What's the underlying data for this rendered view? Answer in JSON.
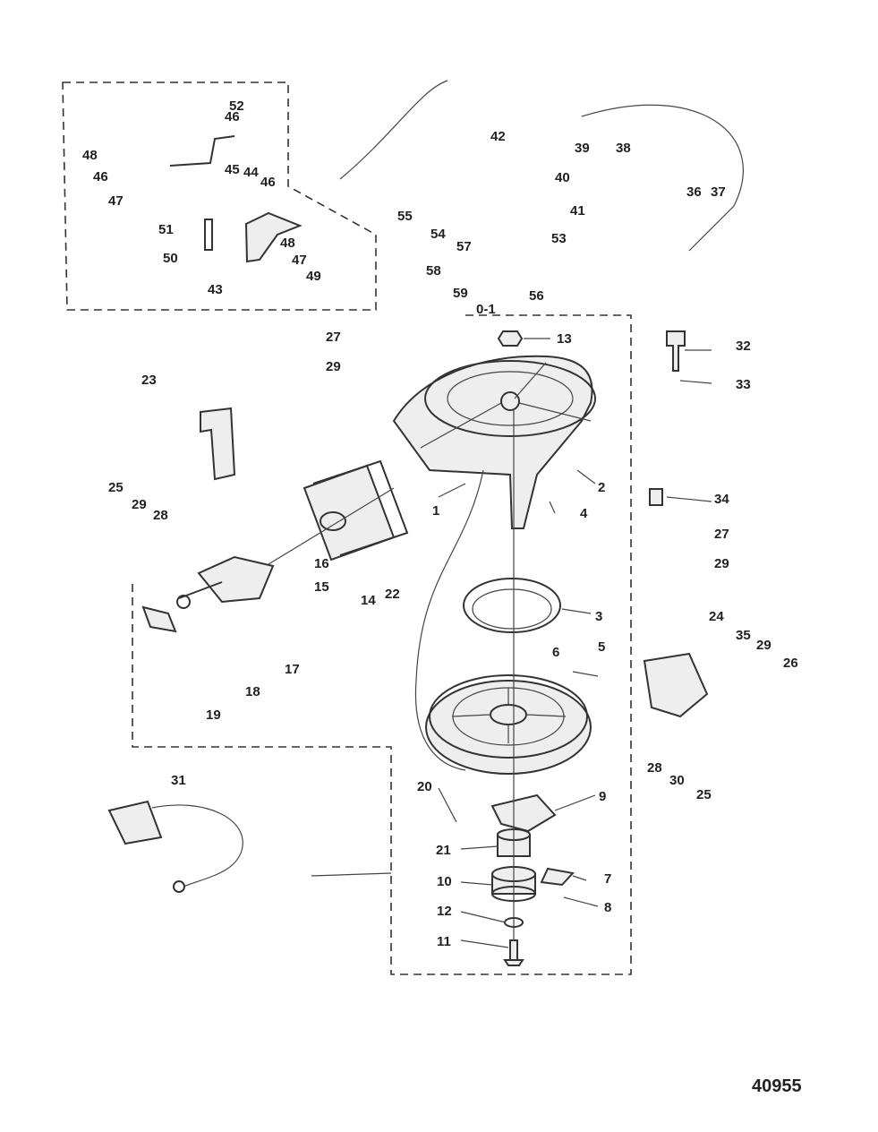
{
  "diagram": {
    "figure_number": "40955",
    "labels": [
      "1",
      "2",
      "3",
      "4",
      "5",
      "6",
      "7",
      "8",
      "9",
      "10",
      "11",
      "12",
      "13",
      "14",
      "15",
      "16",
      "17",
      "18",
      "19",
      "20",
      "21",
      "22",
      "23",
      "24",
      "25",
      "25",
      "26",
      "27",
      "27",
      "28",
      "28",
      "29",
      "29",
      "29",
      "29",
      "30",
      "31",
      "32",
      "33",
      "34",
      "35",
      "36",
      "37",
      "38",
      "39",
      "40",
      "41",
      "42",
      "43",
      "44",
      "45",
      "46",
      "46",
      "46",
      "47",
      "47",
      "48",
      "48",
      "49",
      "50",
      "51",
      "52",
      "53",
      "54",
      "55",
      "56",
      "57",
      "58",
      "59",
      "0-1"
    ]
  }
}
